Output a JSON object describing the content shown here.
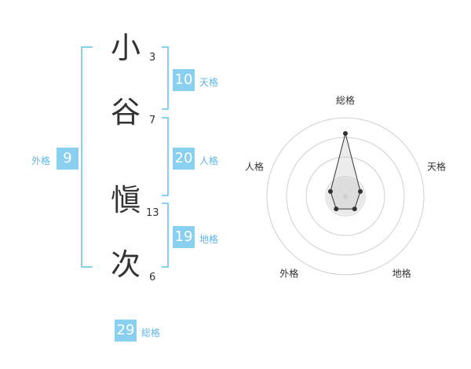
{
  "name": {
    "characters": [
      {
        "char": "小",
        "strokes": "3"
      },
      {
        "char": "谷",
        "strokes": "7"
      },
      {
        "char": "愼",
        "strokes": "13"
      },
      {
        "char": "次",
        "strokes": "6"
      }
    ]
  },
  "fortunes": {
    "tenkaku": {
      "value": "10",
      "label": "天格"
    },
    "jinkaku": {
      "value": "20",
      "label": "人格"
    },
    "chikaku": {
      "value": "19",
      "label": "地格"
    },
    "gaikaku": {
      "value": "9",
      "label": "外格"
    },
    "soukaku": {
      "value": "29",
      "label": "総格"
    }
  },
  "colors": {
    "accent": "#89cff0",
    "accent_text": "#5fb4e6",
    "bracket": "#89cff0",
    "text": "#333333"
  },
  "chart_data": {
    "type": "radar",
    "axes": [
      "総格",
      "天格",
      "地格",
      "外格",
      "人格"
    ],
    "values": [
      4,
      1,
      1,
      1,
      1
    ],
    "scale_max": 5,
    "rings": 4
  }
}
